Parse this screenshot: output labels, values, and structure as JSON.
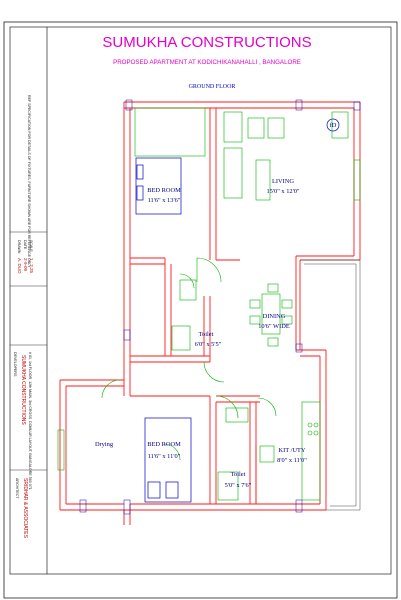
{
  "header": {
    "title": "SUMUKHA CONSTRUCTIONS",
    "subtitle": "PROPOSED APARTMENT AT KODICHIKANAHALLI , BANGALORE"
  },
  "plan": {
    "floor_label": "GROUND FLOOR",
    "rooms": {
      "bed_room_1": {
        "name": "BED ROOM",
        "size": "11'6\" x 13'6\""
      },
      "living": {
        "name": "LIVING",
        "size": "15'0\" x 12'0\""
      },
      "dining": {
        "name": "DINING",
        "size": "10'6\" WIDE"
      },
      "toilet_1": {
        "name": "Toilet",
        "size": "6'0\" x 5'5\""
      },
      "drying": {
        "name": "Drying"
      },
      "bed_room_2": {
        "name": "BED ROOM",
        "size": "11'6\" x 11'0\""
      },
      "kitchen": {
        "name": "KIT /UTY",
        "size": "8'0\" x 11'0\""
      },
      "toilet_2": {
        "name": "Toilet",
        "size": "5'0\" x 7'6\""
      }
    },
    "fixture_label": "fD"
  },
  "side_panel": {
    "note": "REF SPECIFICATION FOR DETAILS OF FIXTURES, FURNITURE SHOWN ARE FOR REFERENCE ONLY",
    "drawn_by_label": "DRAWN",
    "drawn_by": "A. DUO",
    "date_label": "DATE",
    "date": "2-9-09",
    "scale_label": "SCALE",
    "scale": "1 : 2.25",
    "developers_label": "DEVELOPERS",
    "company": "SUMUKHA CONSTRUCTIONS",
    "address": "# 81, 1st FLOOR, 12th MAIN, 3rd CROSS, DOMLUR LAYOUT, BANGALORE 560 071",
    "architect_label": "ARCHITECT",
    "architect": "SRIDHAR & ASSOCIATES"
  },
  "colors": {
    "wall": "#ff1a1a",
    "fixture": "#00b300",
    "furniture_blue": "#0000cc",
    "title": "#e400c8",
    "frame": "#000000"
  }
}
